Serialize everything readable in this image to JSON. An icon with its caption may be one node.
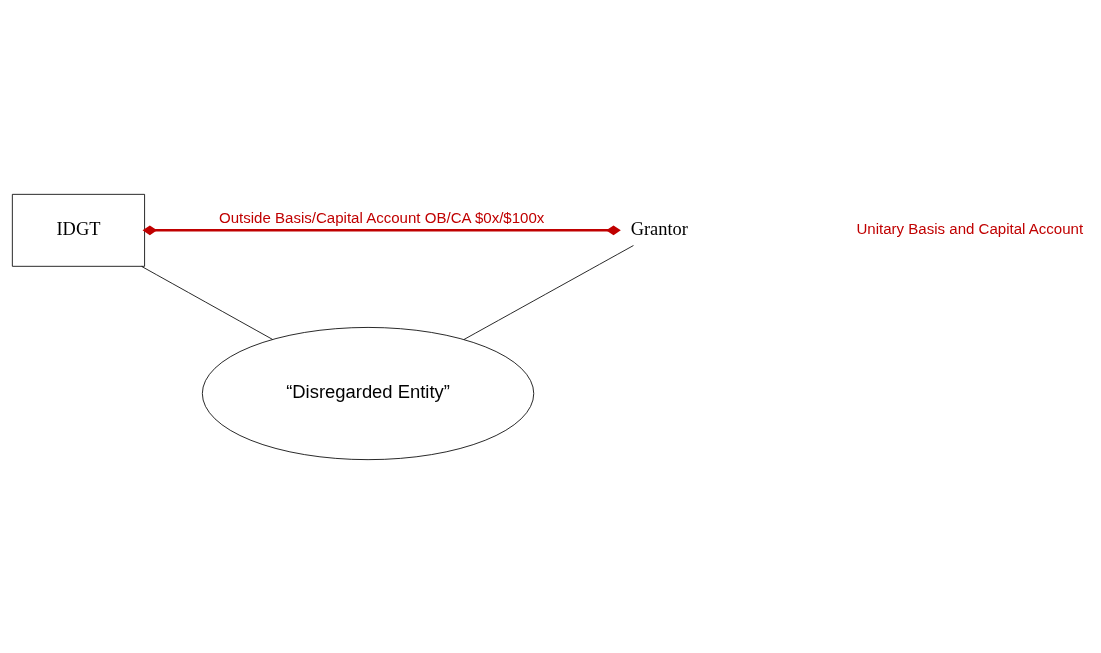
{
  "diagram": {
    "nodes": [
      {
        "text": [
          "IDGT"
        ]
      },
      {
        "text": [
          "Grantor"
        ]
      },
      {
        "text": [
          "“Disregarded Entity”"
        ]
      }
    ],
    "edges": [
      {
        "from": 0,
        "to": 1,
        "arrow": "other",
        "color": "#c00000",
        "style": "thick",
        "label": "Outside Basis/Capital Account OB/CA $0x/$100x"
      },
      {
        "from": 0,
        "to": 2,
        "arrow": "none"
      },
      {
        "from": 1,
        "to": 2,
        "arrow": "none"
      }
    ],
    "labels": [
      "Unitary Basis and Capital Account"
    ]
  }
}
